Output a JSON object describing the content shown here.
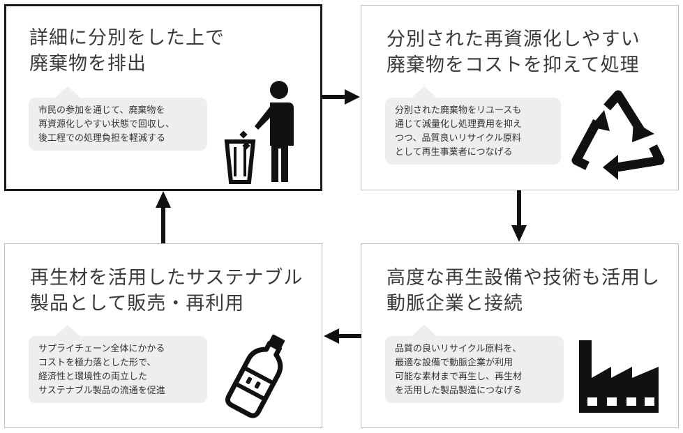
{
  "steps": [
    {
      "title": "詳細に分別をした上で\n廃棄物を排出",
      "description": "市民の参加を通じて、廃棄物を\n再資源化しやすい状態で回収し、\n後工程での処理負担を軽減する",
      "icon": "trash-disposal-icon"
    },
    {
      "title": "分別された再資源化しやすい\n廃棄物をコストを抑えて処理",
      "description": "分別された廃棄物をリユースも\n通じて減量化し処理費用を抑え\nつつ、品質良いリサイクル原料\nとして再生事業者につなげる",
      "icon": "recycle-icon"
    },
    {
      "title": "高度な再生設備や技術も活用し\n動脈企業と接続",
      "description": "品質の良いリサイクル原料を、\n最適な設備で動脈企業が利用\n可能な素材まで再生し、再生材\nを活用した製品製造につなげる",
      "icon": "factory-icon"
    },
    {
      "title": "再生材を活用したサステナブル\n製品として販売・再利用",
      "description": "サプライチェーン全体にかかる\nコストを極力落とした形で、\n経済性と環境性の両立した\nサステナブル製品の流通を促進",
      "icon": "plastic-bottle-icon"
    }
  ],
  "colors": {
    "icon": "#111111",
    "bubble": "#eeeeee",
    "border": "#bdbdbd",
    "active_border": "#1a1a1a"
  }
}
